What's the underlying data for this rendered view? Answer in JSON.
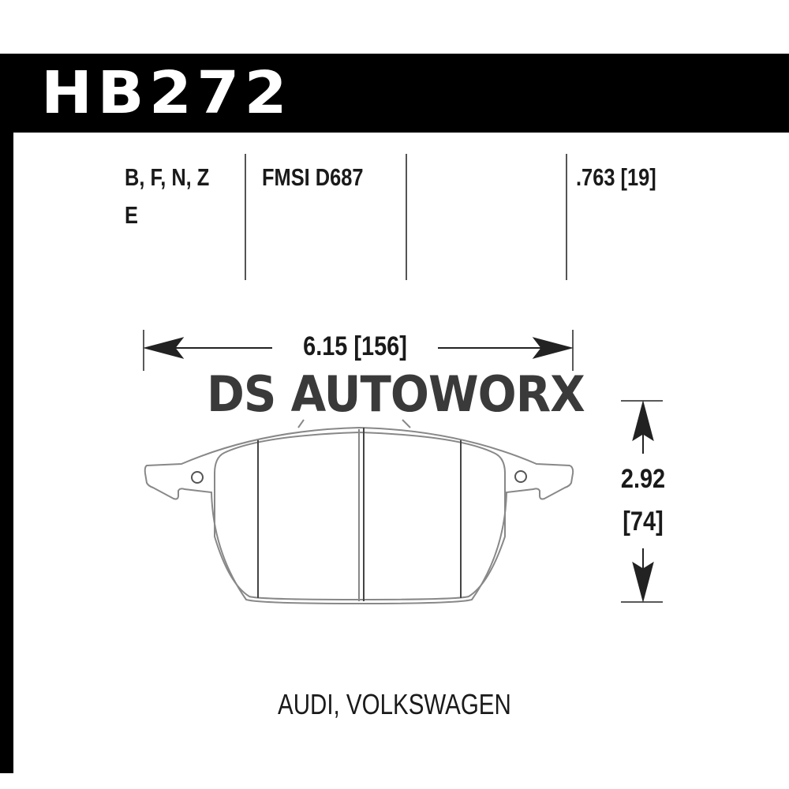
{
  "part_number": "HB272",
  "specs": {
    "compounds_line1": "B, F, N, Z",
    "compounds_line2": "E",
    "fmsi": "FMSI D687",
    "thickness": ".763 [19]"
  },
  "dimensions": {
    "width": "6.15 [156]",
    "height_in": "2.92",
    "height_mm": "[74]"
  },
  "watermark": "DS AUTOWORX",
  "applications": "AUDI, VOLKSWAGEN",
  "colors": {
    "frame": "#000000",
    "text": "#1a1a1a",
    "line": "#555555",
    "watermark": "#3a3a3a"
  }
}
